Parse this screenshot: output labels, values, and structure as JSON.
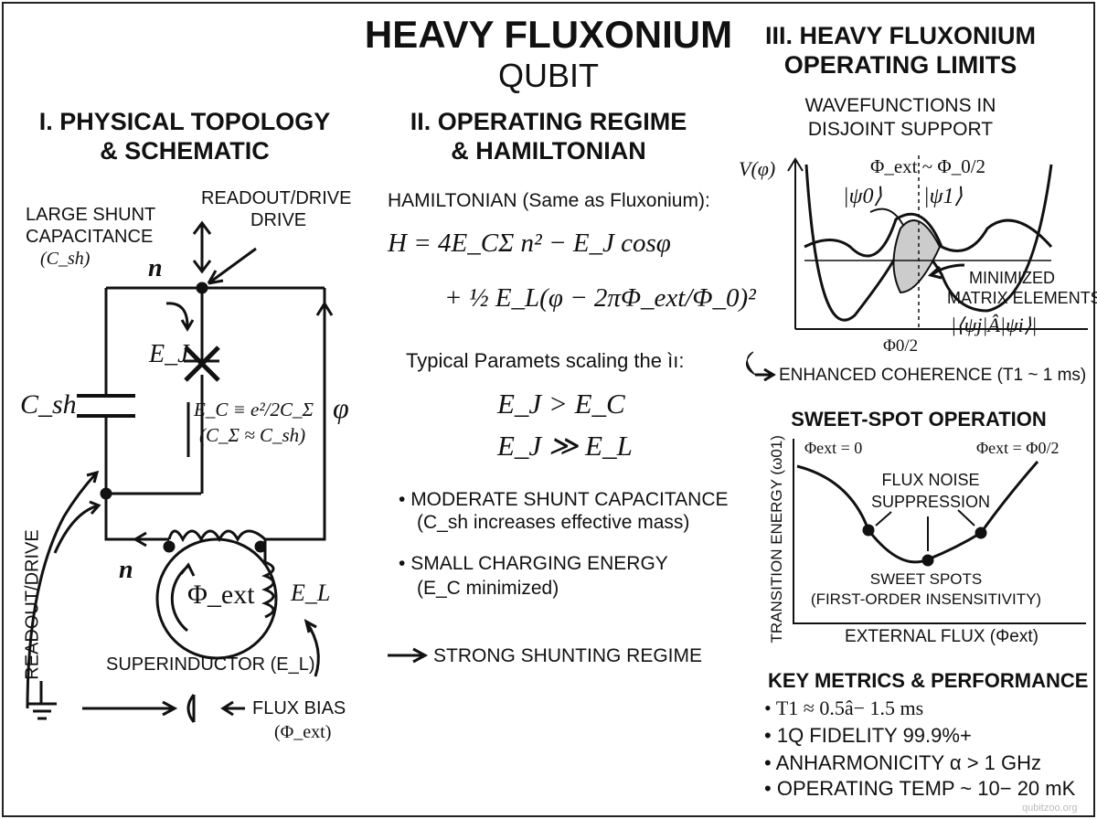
{
  "title": {
    "line1": "HEAVY FLUXONIUM",
    "line2": "QUBIT"
  },
  "section1": {
    "heading1": "I. PHYSICAL TOPOLOGY",
    "heading2": "& SCHEMATIC",
    "labels": {
      "shunt1": "LARGE SHUNT",
      "shunt2": "CAPACITANCE",
      "shunt3": "(C_sh)",
      "readout_top1": "READOUT/DRIVE",
      "readout_top2": "DRIVE",
      "n_top": "n",
      "ej": "E_J",
      "csh": "C_sh",
      "ec": "E_C ≡ e²/2C_Σ",
      "csum": "(C_Σ ≈ C_sh)",
      "phi": "φ",
      "n_bottom": "n",
      "phi_ext": "Φ_ext",
      "el": "E_L",
      "superinductor": "SUPERINDUCTOR (E_L)",
      "flux_bias1": "FLUX BIAS",
      "flux_bias2": "(Φ_ext)",
      "readout_side": "READOUT/DRIVE"
    }
  },
  "section2": {
    "heading1": "II. OPERATING REGIME",
    "heading2": "& HAMILTONIAN",
    "ham_label": "HAMILTONIAN (Same as Fluxonium):",
    "eq1": "H = 4E_CΣ n² − E_J cosφ",
    "eq2": "+ ½ E_L(φ − 2πΦ_ext/Φ_0)²",
    "typical": "Typical Paramets scaling the ìı:",
    "ineq1": "E_J > E_C",
    "ineq2": "E_J ≫ E_L",
    "bullets": [
      {
        "l1": "MODERATE SHUNT CAPACITANCE",
        "l2": "(C_sh increases effective mass)"
      },
      {
        "l1": "SMALL CHARGING ENERGY",
        "l2": "(E_C minimized)"
      }
    ],
    "regime": "STRONG SHUNTING REGIME"
  },
  "section3": {
    "heading1": "III. HEAVY FLUXONIUM",
    "heading2": "OPERATING LIMITS",
    "wf_title1": "WAVEFUNCTIONS IN",
    "wf_title2": "DISJOINT SUPPORT",
    "v_axis": "V(φ)",
    "phi_ext_label": "Φ_ext ~ Φ_0/2",
    "psi0": "|ψ0⟩",
    "psi1": "|ψ1⟩",
    "min1": "MINIMIZED",
    "min2": "MATRIX ELEMENTS",
    "matrix": "|⟨ψj|Â|ψi⟩|",
    "phi0_half": "Φ0/2",
    "coherence": "ENHANCED COHERENCE (T1 ~ 1 ms)",
    "sweet_title": "SWEET-SPOT OPERATION",
    "y_axis": "TRANSITION ENERGY (ω01)",
    "left_label": "Φext = 0",
    "right_label": "Φext = Φ0/2",
    "noise1": "FLUX NOISE",
    "noise2": "SUPPRESSION",
    "spots1": "SWEET SPOTS",
    "spots2": "(FIRST-ORDER INSENSITIVITY)",
    "x_axis": "EXTERNAL FLUX (Φext)",
    "metrics_title": "KEY METRICS & PERFORMANCE",
    "metrics": [
      "T1 ≈ 0.5â− 1.5 ms",
      "1Q FIDELITY 99.9%+",
      "ANHARMONICITY α > 1 GHz",
      "OPERATING TEMP ~ 10− 20 mK"
    ]
  },
  "watermark": "qubitzoo.org"
}
